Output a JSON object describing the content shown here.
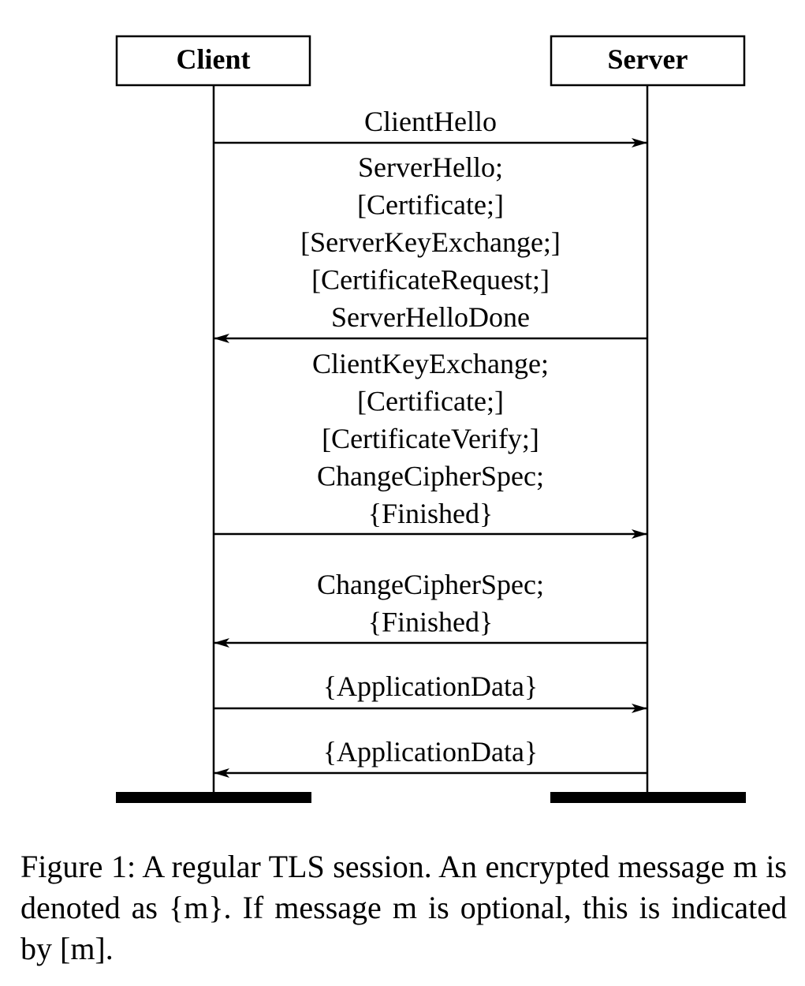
{
  "actors": {
    "client": "Client",
    "server": "Server"
  },
  "messages": [
    {
      "direction": "client-to-server",
      "lines": [
        "ClientHello"
      ]
    },
    {
      "direction": "server-to-client",
      "lines": [
        "ServerHello;",
        "[Certificate;]",
        "[ServerKeyExchange;]",
        "[CertificateRequest;]",
        "ServerHelloDone"
      ]
    },
    {
      "direction": "client-to-server",
      "lines": [
        "ClientKeyExchange;",
        "[Certificate;]",
        "[CertificateVerify;]",
        "ChangeCipherSpec;",
        "{Finished}"
      ]
    },
    {
      "direction": "server-to-client",
      "lines": [
        "ChangeCipherSpec;",
        "{Finished}"
      ]
    },
    {
      "direction": "client-to-server",
      "lines": [
        "{ApplicationData}"
      ]
    },
    {
      "direction": "server-to-client",
      "lines": [
        "{ApplicationData}"
      ]
    }
  ],
  "caption": "Figure 1: A regular TLS session. An encrypted message m is denoted as {m}.  If message m is optional, this is indicated by [m].",
  "colors": {
    "ink": "#000000",
    "background": "#ffffff"
  }
}
